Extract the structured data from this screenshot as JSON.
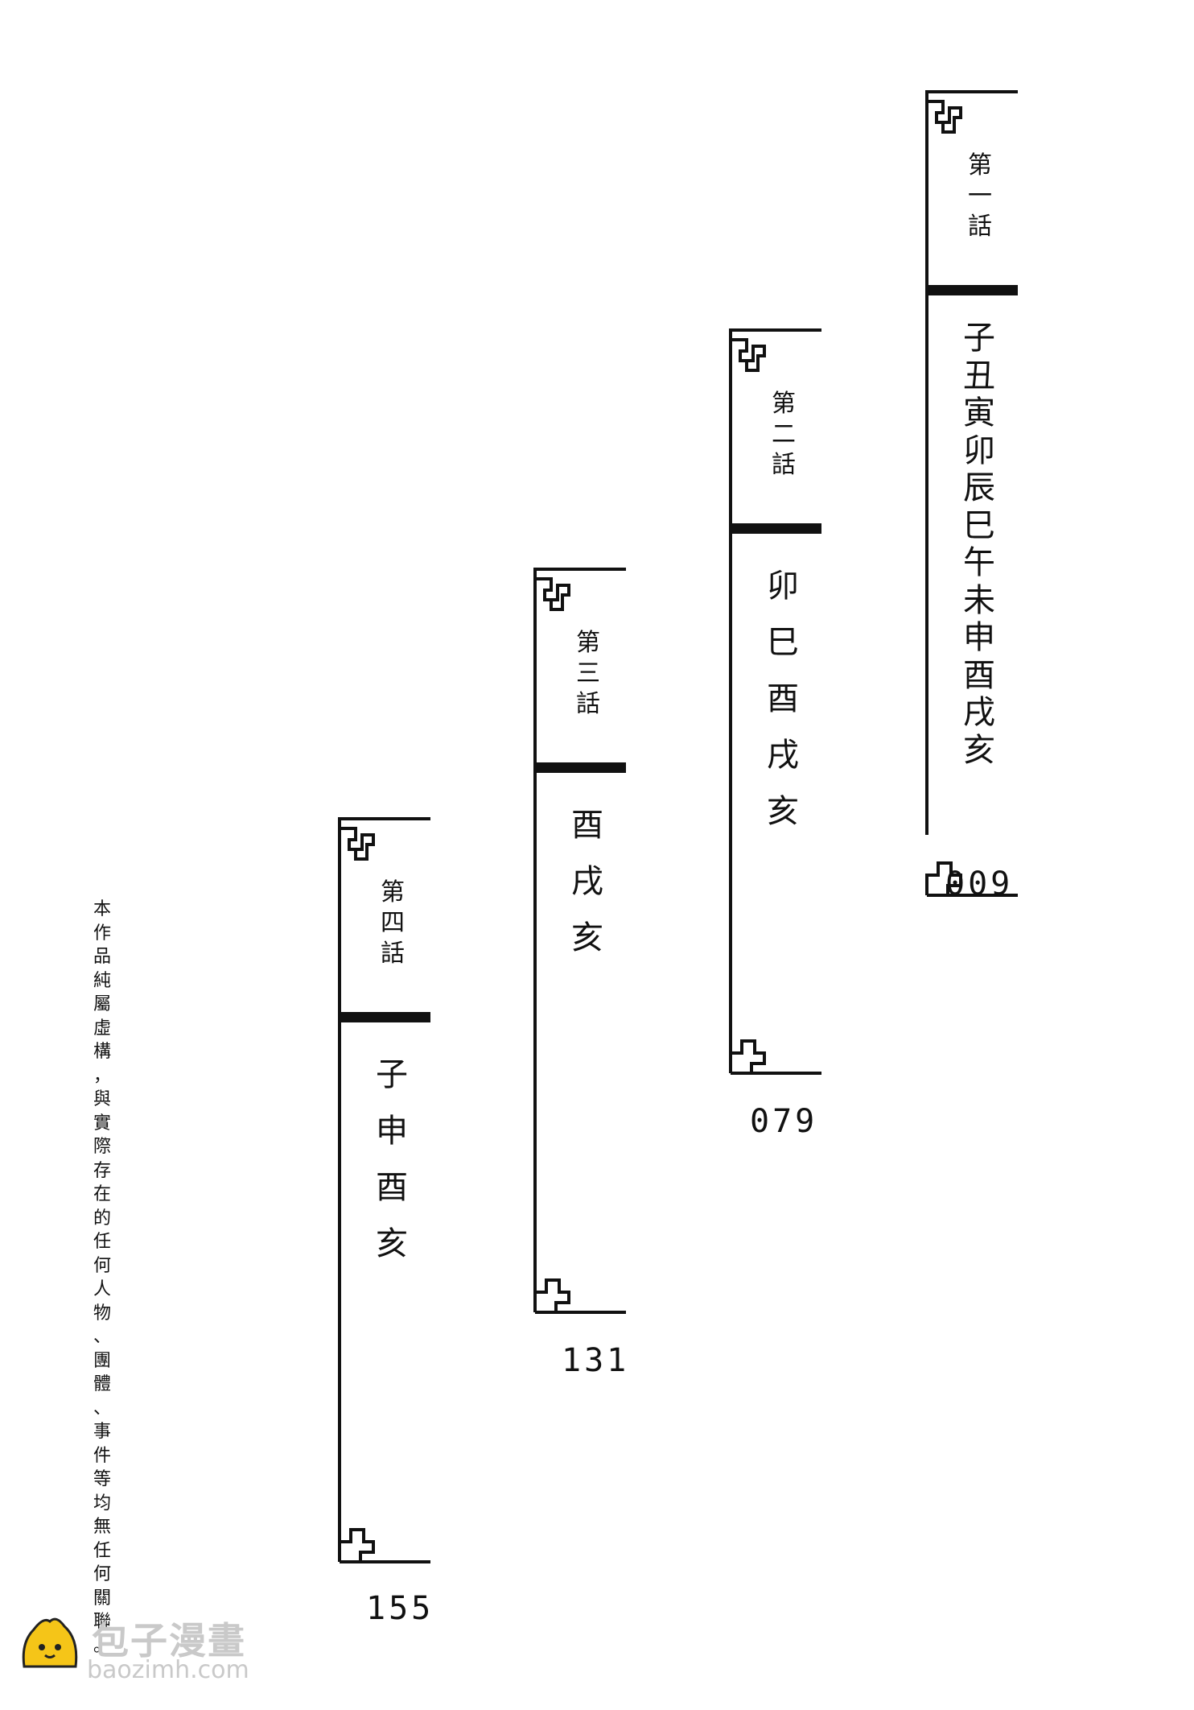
{
  "chapters": [
    {
      "number_chars": [
        "第",
        "一",
        "話"
      ],
      "title_chars": [
        "子",
        "丑",
        "寅",
        "卯",
        "辰",
        "巳",
        "午",
        "未",
        "申",
        "酉",
        "戌",
        "亥"
      ],
      "page": "009"
    },
    {
      "number_chars": [
        "第",
        "二",
        "話"
      ],
      "title_chars": [
        "卯",
        "巳",
        "酉",
        "戌",
        "亥"
      ],
      "page": "079"
    },
    {
      "number_chars": [
        "第",
        "三",
        "話"
      ],
      "title_chars": [
        "酉",
        "戌",
        "亥"
      ],
      "page": "131"
    },
    {
      "number_chars": [
        "第",
        "四",
        "話"
      ],
      "title_chars": [
        "子",
        "申",
        "酉",
        "亥"
      ],
      "page": "155"
    }
  ],
  "disclaimer_chars": [
    "本",
    "作",
    "品",
    "純",
    "屬",
    "虛",
    "構",
    "，",
    "與",
    "實",
    "際",
    "存",
    "在",
    "的",
    "任",
    "何",
    "人",
    "物",
    "、",
    "團",
    "體",
    "、",
    "事",
    "件",
    "等",
    "均",
    "無",
    "任",
    "何",
    "關",
    "聯",
    "。"
  ],
  "watermark": {
    "name": "包子漫畫",
    "url": "baozimh.com",
    "icon": "bun-mascot-icon"
  },
  "colors": {
    "ink": "#111111",
    "watermark": "#c9c9c9",
    "mascot": "#f5c518"
  }
}
